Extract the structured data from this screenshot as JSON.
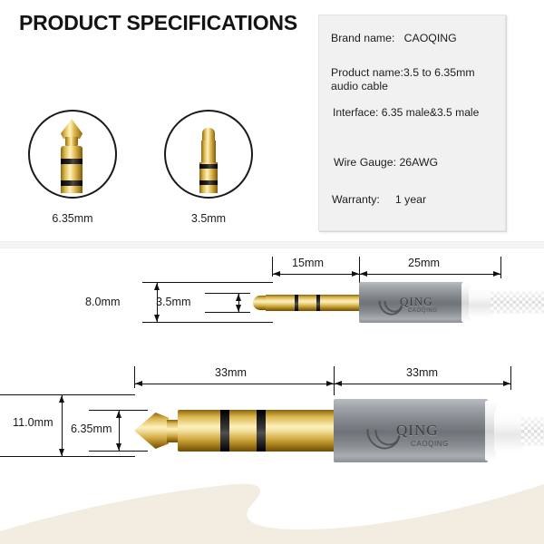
{
  "page": {
    "title": "PRODUCT SPECIFICATIONS",
    "background_color": "#ffffff",
    "accent_color": "#f3ece0"
  },
  "specifications": {
    "panel_background": "#f1f1f1",
    "rows": [
      {
        "label": "Brand name:",
        "value": "CAOQING",
        "text": "Brand name:   CAOQING"
      },
      {
        "label": "Product name:",
        "value": "3.5 to 6.35mm audio cable",
        "line1": "Product name:3.5 to 6.35mm",
        "line2": "audio cable"
      },
      {
        "label": "Interface:",
        "value": "6.35 male&3.5 male",
        "text": "Interface: 6.35 male&3.5 male"
      },
      {
        "label": "Wire Gauge:",
        "value": "26AWG",
        "text": "Wire Gauge: 26AWG"
      },
      {
        "label": "Warranty:",
        "value": "1 year",
        "text": "Warranty:     1 year"
      }
    ]
  },
  "connector_callouts": [
    {
      "name": "6.35mm connector",
      "label": "6.35mm",
      "plug_type": "quarter-inch-trs"
    },
    {
      "name": "3.5mm connector",
      "label": "3.5mm",
      "plug_type": "eighth-inch-trs"
    }
  ],
  "diagrams": [
    {
      "name": "3.5mm cable end diagram",
      "plug_label": "3.5mm",
      "barrel_diameter": "8.0mm",
      "plug_diameter": "3.5mm",
      "plug_length": "15mm",
      "barrel_length": "25mm",
      "brand_logo": "QING",
      "brand_sub": "CAOQING"
    },
    {
      "name": "6.35mm cable end diagram",
      "plug_label": "6.35mm",
      "barrel_diameter": "11.0mm",
      "plug_diameter": "6.35mm",
      "plug_length": "33mm",
      "barrel_length": "33mm",
      "brand_logo": "QING",
      "brand_sub": "CAOQING"
    }
  ]
}
